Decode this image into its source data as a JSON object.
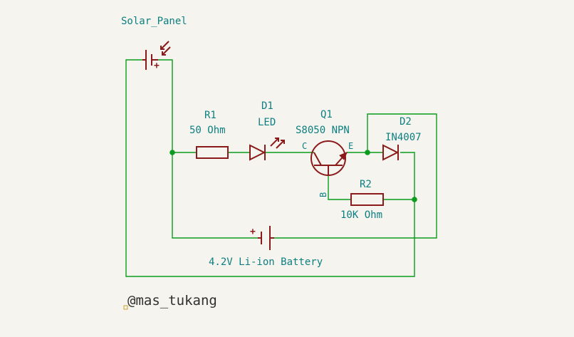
{
  "schematic": {
    "solar_panel": {
      "ref": "Solar_Panel",
      "plus": "+"
    },
    "r1": {
      "ref": "R1",
      "value": "50 Ohm"
    },
    "d1": {
      "ref": "D1",
      "value": "LED"
    },
    "q1": {
      "ref": "Q1",
      "value": "S8050 NPN",
      "pin_c": "C",
      "pin_e": "E",
      "pin_b": "B"
    },
    "d2": {
      "ref": "D2",
      "value": "IN4007"
    },
    "r2": {
      "ref": "R2",
      "value": "10K Ohm"
    },
    "battery": {
      "value": "4.2V Li-ion Battery",
      "plus": "+"
    },
    "watermark": "@mas_tukang"
  },
  "colors": {
    "wire": "#0b9c1e",
    "component": "#8b1a1a",
    "label": "#0d7f80",
    "background": "#f5f4ef"
  }
}
